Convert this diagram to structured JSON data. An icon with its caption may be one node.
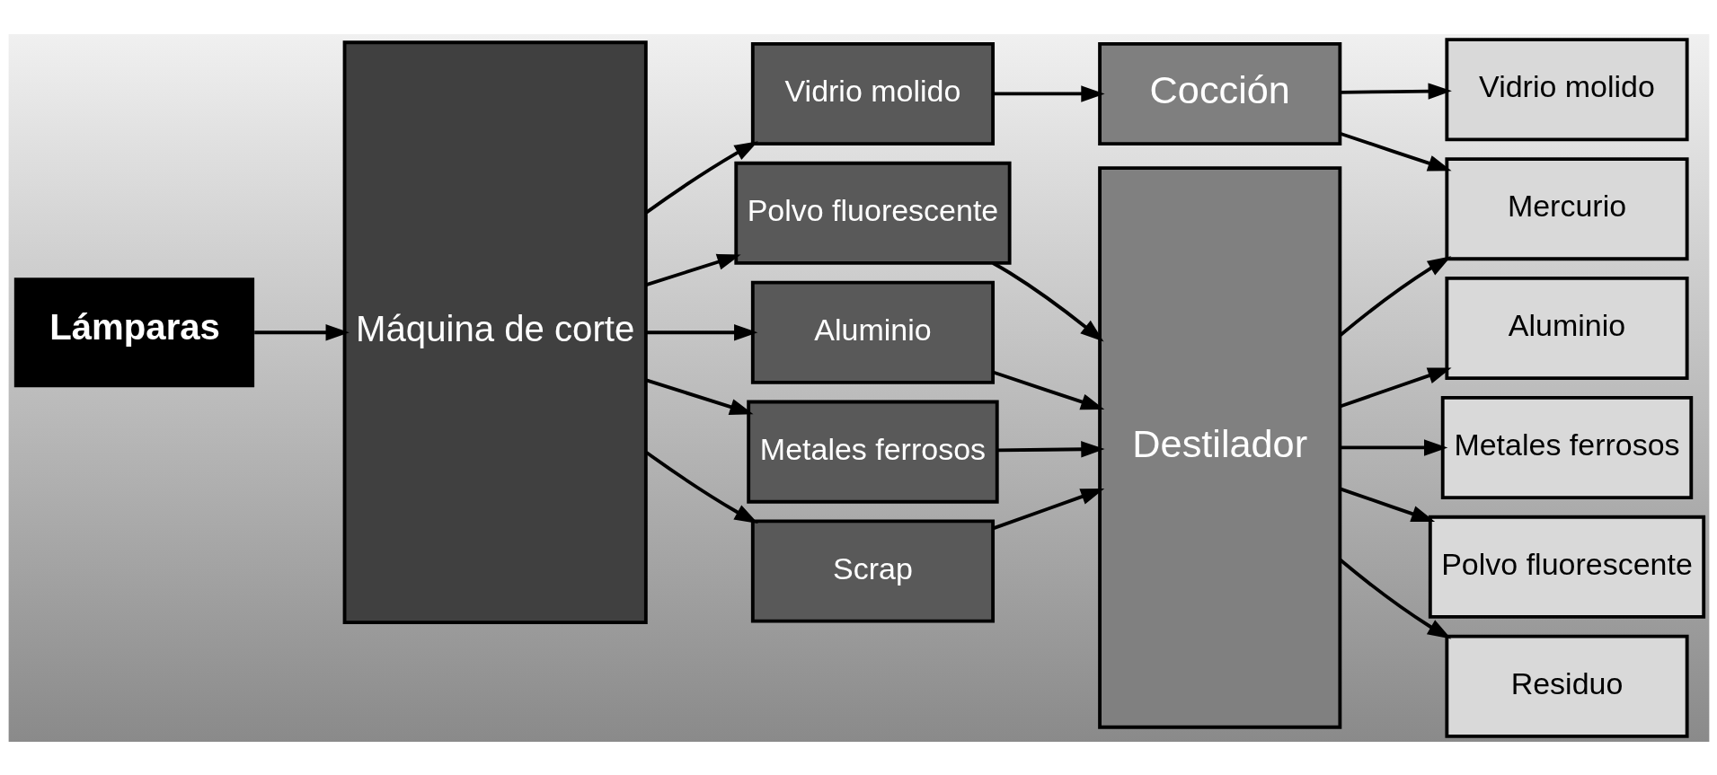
{
  "diagram": {
    "nodes": [
      {
        "text": [
          "Lámparas"
        ]
      },
      {
        "text": [
          "Máquina de corte"
        ]
      },
      {
        "text": [
          "Vidrio molido"
        ]
      },
      {
        "text": [
          "Polvo fluorescente"
        ]
      },
      {
        "text": [
          "Aluminio"
        ]
      },
      {
        "text": [
          "Metales ferrosos"
        ]
      },
      {
        "text": [
          "Scrap"
        ]
      },
      {
        "text": [
          "Cocción"
        ]
      },
      {
        "text": [
          "Destilador"
        ]
      },
      {
        "text": [
          "Vidrio molido"
        ]
      },
      {
        "text": [
          "Mercurio"
        ]
      },
      {
        "text": [
          "Aluminio"
        ]
      },
      {
        "text": [
          "Metales ferrosos"
        ]
      },
      {
        "text": [
          "Polvo fluorescente"
        ]
      },
      {
        "text": [
          "Residuo"
        ]
      }
    ],
    "edges": [
      {
        "from": 0,
        "to": 1,
        "arrow": "to"
      },
      {
        "from": 1,
        "to": 2,
        "arrow": "to"
      },
      {
        "from": 1,
        "to": 3,
        "arrow": "to"
      },
      {
        "from": 1,
        "to": 4,
        "arrow": "to"
      },
      {
        "from": 1,
        "to": 5,
        "arrow": "to"
      },
      {
        "from": 1,
        "to": 6,
        "arrow": "to"
      },
      {
        "from": 2,
        "to": 7,
        "arrow": "to"
      },
      {
        "from": 3,
        "to": 8,
        "arrow": "to"
      },
      {
        "from": 4,
        "to": 8,
        "arrow": "to"
      },
      {
        "from": 5,
        "to": 8,
        "arrow": "to"
      },
      {
        "from": 6,
        "to": 8,
        "arrow": "to"
      },
      {
        "from": 7,
        "to": 9,
        "arrow": "to"
      },
      {
        "from": 7,
        "to": 10,
        "arrow": "to"
      },
      {
        "from": 8,
        "to": 10,
        "arrow": "to"
      },
      {
        "from": 8,
        "to": 11,
        "arrow": "to"
      },
      {
        "from": 8,
        "to": 12,
        "arrow": "to"
      },
      {
        "from": 8,
        "to": 13,
        "arrow": "to"
      },
      {
        "from": 8,
        "to": 14,
        "arrow": "to"
      }
    ]
  }
}
